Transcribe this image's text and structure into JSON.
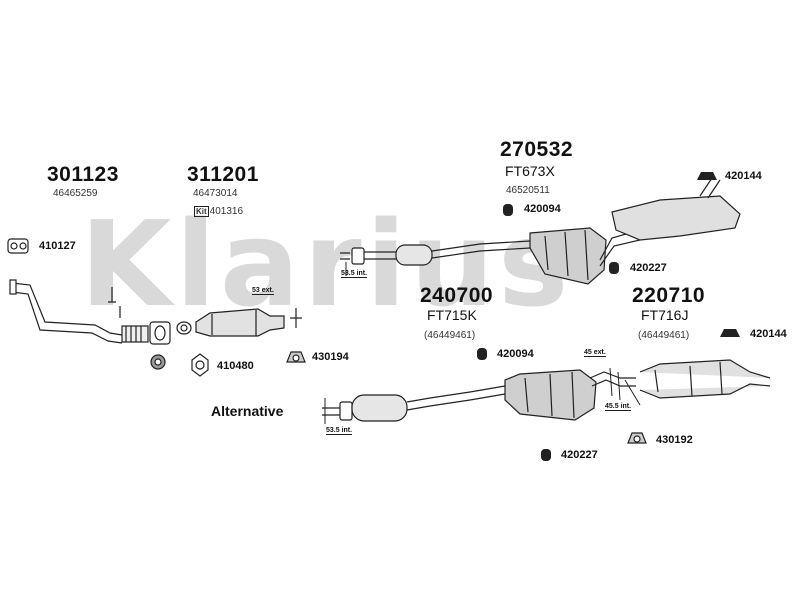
{
  "watermark": "Klarius",
  "groups": [
    {
      "code": "301123",
      "oe": "46465259"
    },
    {
      "code": "311201",
      "oe": "46473014",
      "kit_badge": "Kit",
      "kit_no": "401316"
    },
    {
      "code": "270532",
      "ft": "FT673X",
      "oe": "46520511"
    },
    {
      "code": "240700",
      "ft": "FT715K",
      "oe": "(46449461)"
    },
    {
      "code": "220710",
      "ft": "FT716J",
      "oe": "(46449461)"
    }
  ],
  "parts": {
    "p410127": "410127",
    "p410480": "410480",
    "p430194": "430194",
    "p420094_top": "420094",
    "p420094_mid": "420094",
    "p420144_top": "420144",
    "p420144_mid": "420144",
    "p420227_top": "420227",
    "p420227_bot": "420227",
    "p430192": "430192"
  },
  "dimensions": {
    "d53_ext": "53 ext.",
    "d53_5_int_top": "53.5 int.",
    "d53_5_int_alt": "53.5 int.",
    "d45_ext": "45 ext.",
    "d45_5_int": "45.5 int."
  },
  "alternative_label": "Alternative"
}
